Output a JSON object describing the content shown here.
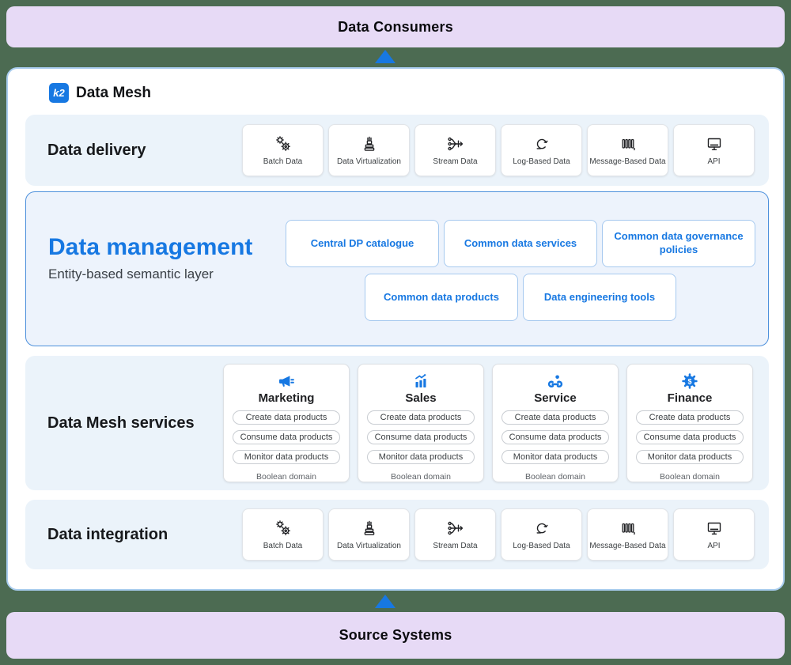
{
  "colors": {
    "accent": "#1778E2",
    "background": "#4C6B52",
    "banner": "#E7DAF6",
    "row_bg": "#EBF3FA",
    "management_bg": "#EDF3FC",
    "management_border": "#4D90DC"
  },
  "banners": {
    "top": "Data Consumers",
    "bottom": "Source Systems"
  },
  "brand": {
    "logo_text": "k2",
    "title": "Data Mesh"
  },
  "connectors": [
    "Batch Data",
    "Data Virtualization",
    "Stream Data",
    "Log-Based Data",
    "Message-Based Data",
    "API"
  ],
  "delivery": {
    "label": "Data delivery"
  },
  "management": {
    "title": "Data management",
    "subtitle": "Entity-based semantic layer",
    "cards_row1": [
      "Central DP catalogue",
      "Common data services",
      "Common data governance policies"
    ],
    "cards_row2": [
      "Common data products",
      "Data engineering tools"
    ]
  },
  "services": {
    "label": "Data Mesh services",
    "domains": [
      {
        "name": "Marketing"
      },
      {
        "name": "Sales"
      },
      {
        "name": "Service"
      },
      {
        "name": "Finance"
      }
    ],
    "actions": [
      "Create data products",
      "Consume data products",
      "Monitor data products"
    ],
    "footer": "Boolean domain"
  },
  "integration": {
    "label": "Data integration"
  }
}
